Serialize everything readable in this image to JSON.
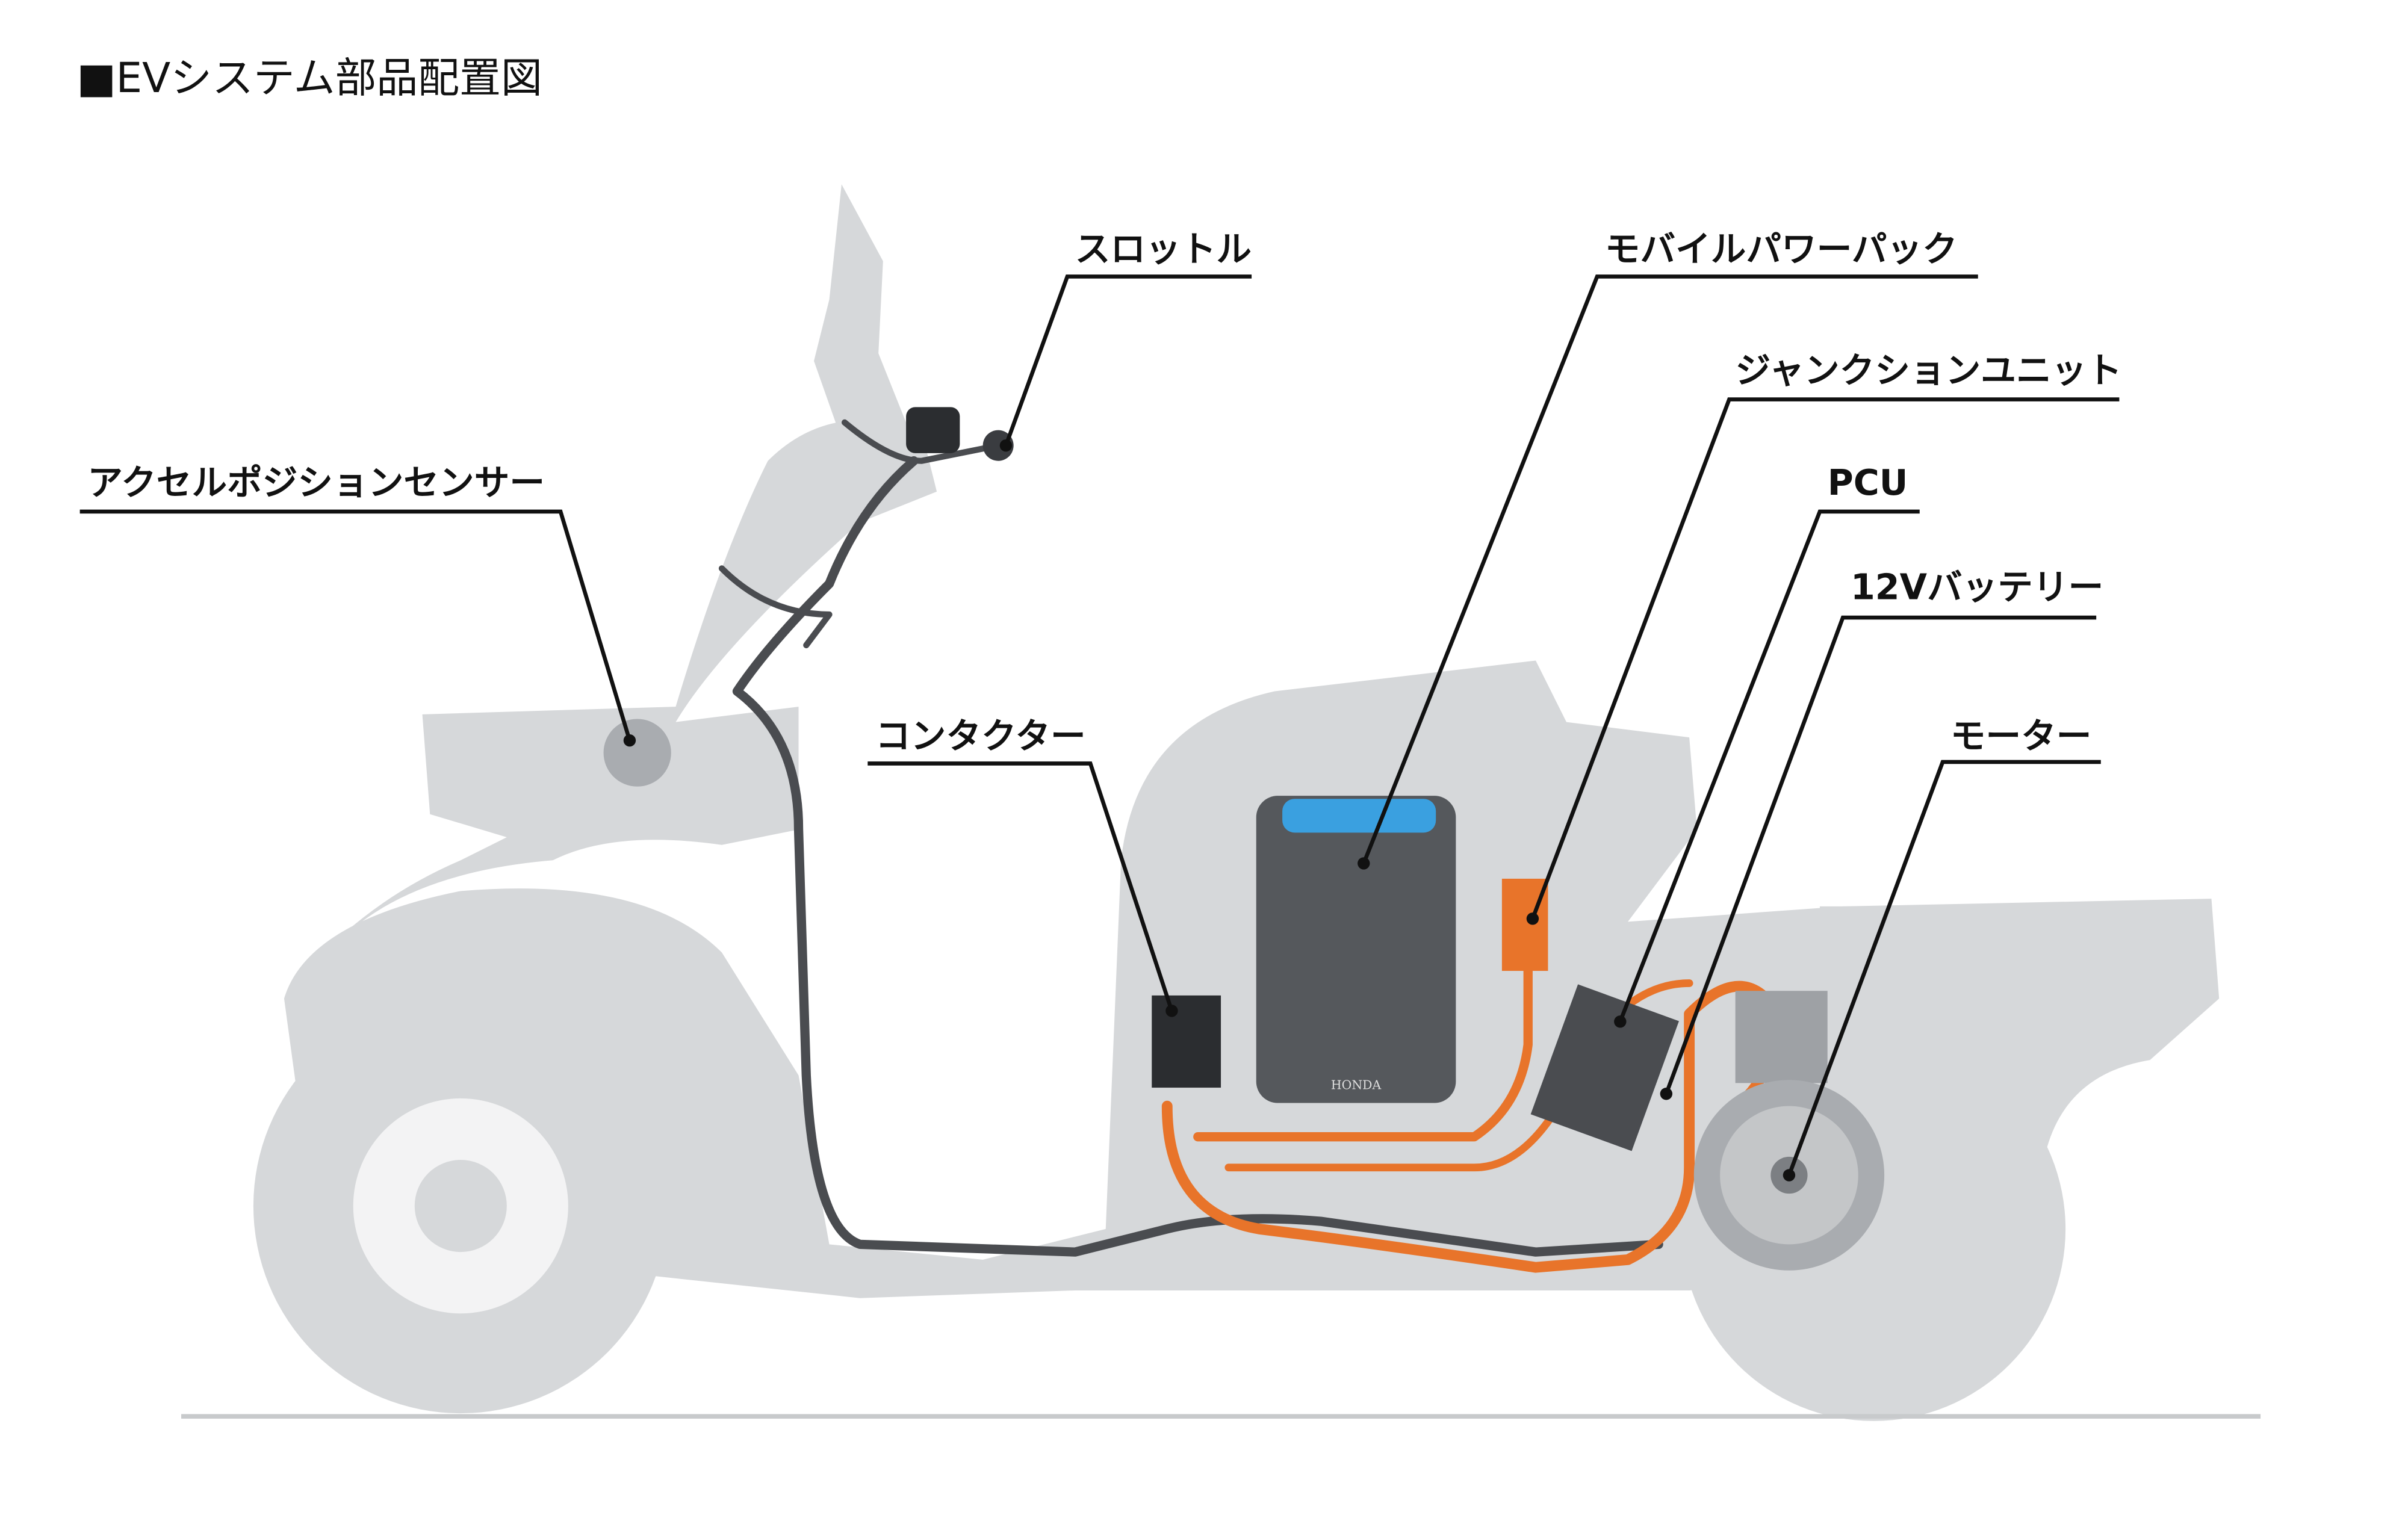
{
  "title": "■EVシステム部品配置図",
  "labels": {
    "throttle": "スロットル",
    "mobile_power_pack": "モバイルパワーパック",
    "junction_unit": "ジャンクションユニット",
    "pcu": "PCU",
    "battery_12v": "12Vバッテリー",
    "motor": "モーター",
    "accel_sensor": "アクセルポジションセンサー",
    "contactor": "コンタクター"
  },
  "battery_brand": "HONDA",
  "colors": {
    "cable_hv": "#e8742a",
    "silhouette": "#d6d8da",
    "harness": "#4a4c50"
  }
}
